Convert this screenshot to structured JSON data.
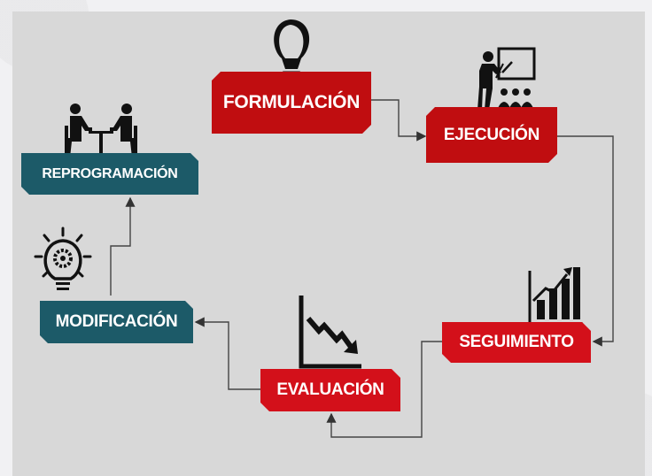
{
  "colors": {
    "red": "#c00d10",
    "teal": "#1c5a68",
    "panel": "#d8d8d8",
    "icon": "#111111"
  },
  "stages": {
    "formulacion": "FORMULACIÓN",
    "ejecucion": "EJECUCIÓN",
    "seguimiento": "SEGUIMIENTO",
    "evaluacion": "EVALUACIÓN",
    "modificacion": "MODIFICACIÓN",
    "reprogramacion": "REPROGRAMACIÓN"
  },
  "icons": {
    "formulacion": "lightbulb-icon",
    "ejecucion": "presenter-audience-icon",
    "seguimiento": "bar-chart-rising-icon",
    "evaluacion": "declining-chart-icon",
    "modificacion": "gear-lightbulb-icon",
    "reprogramacion": "meeting-table-icon"
  }
}
